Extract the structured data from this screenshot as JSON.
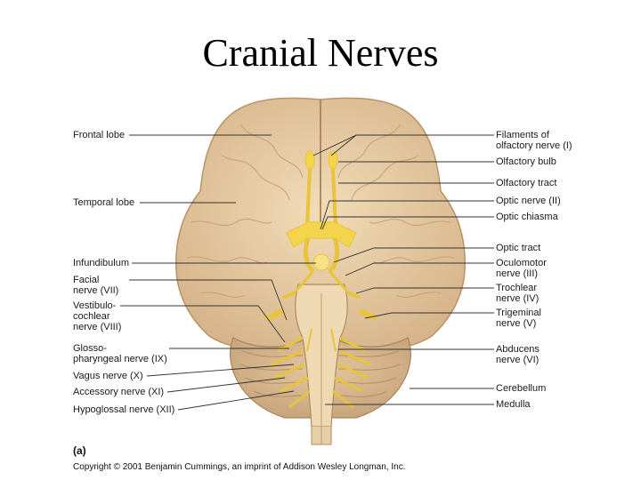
{
  "title": "Cranial Nerves",
  "left_labels": [
    {
      "id": "frontal-lobe",
      "lines": [
        "Frontal lobe"
      ]
    },
    {
      "id": "temporal-lobe",
      "lines": [
        "Temporal lobe"
      ]
    },
    {
      "id": "infundibulum",
      "lines": [
        "Infundibulum"
      ]
    },
    {
      "id": "facial-nerve",
      "lines": [
        "Facial",
        "nerve (VII)"
      ]
    },
    {
      "id": "vestibulocochlear-nerve",
      "lines": [
        "Vestibulo-",
        "cochlear",
        "nerve (VIII)"
      ]
    },
    {
      "id": "glossopharyngeal-nerve",
      "lines": [
        "Glosso-",
        "pharyngeal nerve (IX)"
      ]
    },
    {
      "id": "vagus-nerve",
      "lines": [
        "Vagus nerve (X)"
      ]
    },
    {
      "id": "accessory-nerve",
      "lines": [
        "Accessory nerve (XI)"
      ]
    },
    {
      "id": "hypoglossal-nerve",
      "lines": [
        "Hypoglossal nerve (XII)"
      ]
    }
  ],
  "right_labels": [
    {
      "id": "filaments-olfactory",
      "lines": [
        "Filaments of",
        "olfactory nerve (I)"
      ]
    },
    {
      "id": "olfactory-bulb",
      "lines": [
        "Olfactory bulb"
      ]
    },
    {
      "id": "olfactory-tract",
      "lines": [
        "Olfactory tract"
      ]
    },
    {
      "id": "optic-nerve",
      "lines": [
        "Optic nerve (II)"
      ]
    },
    {
      "id": "optic-chiasma",
      "lines": [
        "Optic chiasma"
      ]
    },
    {
      "id": "optic-tract",
      "lines": [
        "Optic tract"
      ]
    },
    {
      "id": "oculomotor-nerve",
      "lines": [
        "Oculomotor",
        "nerve (III)"
      ]
    },
    {
      "id": "trochlear-nerve",
      "lines": [
        "Trochlear",
        "nerve (IV)"
      ]
    },
    {
      "id": "trigeminal-nerve",
      "lines": [
        "Trigeminal",
        "nerve (V)"
      ]
    },
    {
      "id": "abducens-nerve",
      "lines": [
        "Abducens",
        "nerve (VI)"
      ]
    },
    {
      "id": "cerebellum",
      "lines": [
        "Cerebellum"
      ]
    },
    {
      "id": "medulla",
      "lines": [
        "Medulla"
      ]
    }
  ],
  "panel_tag": "(a)",
  "copyright": "Copyright © 2001 Benjamin Cummings, an imprint of Addison Wesley Longman, Inc.",
  "colors": {
    "brain": "#e9cfa5",
    "brain_shadow": "#c9a47a",
    "nerve": "#f4d44a",
    "cerebellum": "#d9b98e",
    "leader": "#333333"
  }
}
